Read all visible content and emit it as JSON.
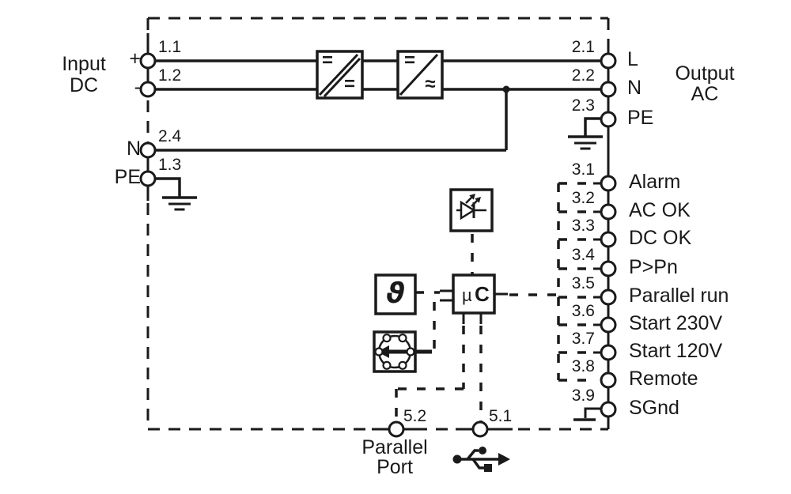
{
  "input": {
    "line1": "Input",
    "line2": "DC"
  },
  "output": {
    "line1": "Output",
    "line2": "AC"
  },
  "input_terminals": [
    {
      "num": "1.1",
      "label": "+"
    },
    {
      "num": "1.2",
      "label": "-"
    },
    {
      "num": "2.4",
      "label": "N"
    },
    {
      "num": "1.3",
      "label": "PE"
    }
  ],
  "output_terminals": [
    {
      "num": "2.1",
      "label": "L"
    },
    {
      "num": "2.2",
      "label": "N"
    },
    {
      "num": "2.3",
      "label": "PE"
    }
  ],
  "signal_terminals": [
    {
      "num": "3.1",
      "label": "Alarm"
    },
    {
      "num": "3.2",
      "label": "AC OK"
    },
    {
      "num": "3.3",
      "label": "DC OK"
    },
    {
      "num": "3.4",
      "label": "P>Pn"
    },
    {
      "num": "3.5",
      "label": "Parallel run"
    },
    {
      "num": "3.6",
      "label": "Start 230V"
    },
    {
      "num": "3.7",
      "label": "Start 120V"
    },
    {
      "num": "3.8",
      "label": "Remote"
    },
    {
      "num": "3.9",
      "label": "SGnd"
    }
  ],
  "bottom_terminals": [
    {
      "num": "5.2",
      "label_line1": "Parallel",
      "label_line2": "Port"
    },
    {
      "num": "5.1",
      "icon": "usb"
    }
  ],
  "converter1": {
    "input_symbol": "=",
    "output_symbol": "="
  },
  "converter2": {
    "input_symbol": "=",
    "output_symbol": "≈"
  },
  "components": {
    "temperature_symbol": "ϑ",
    "microcontroller_mu": "µ",
    "microcontroller_c": "C"
  },
  "colors": {
    "line": "#1a1a1a",
    "background": "#ffffff"
  }
}
